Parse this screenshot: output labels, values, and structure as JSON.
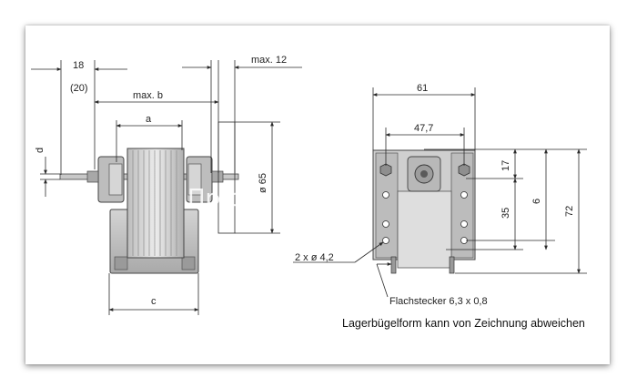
{
  "dimensions": {
    "left_view": {
      "d18": "18",
      "d20": "(20)",
      "max_b": "max. b",
      "a": "a",
      "d": "d",
      "max12": "max. 12",
      "dia65": "ø 65",
      "c": "c"
    },
    "right_view": {
      "d61": "61",
      "d47_7": "47,7",
      "d17": "17",
      "d35": "35",
      "d6": "6",
      "d72": "72",
      "holes": "2 x ø 4,2",
      "connector": "Flachstecker 6,3 x 0,8"
    }
  },
  "caption": "Lagerbügelform kann von Zeichnung abweichen",
  "watermark": "Пр         оника",
  "colors": {
    "line": "#2a2a2a",
    "metal_light": "#d9d9d9",
    "metal_mid": "#b5b5b5",
    "metal_dark": "#7a7a7a"
  }
}
